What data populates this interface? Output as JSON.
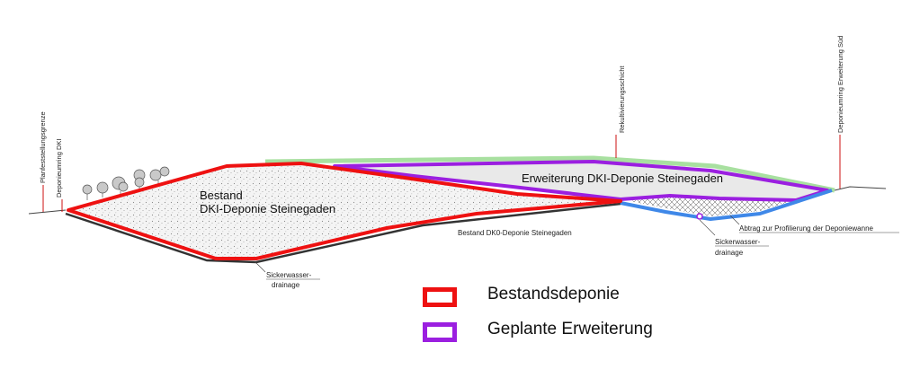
{
  "labels": {
    "planfeststellungsgrenze": "Planfeststellungsgrenze",
    "deponieumring_dki": "Deponieumring DKI",
    "rekultivierungsschicht": "Rekultivierungsschicht",
    "deponieumring_sued": "Deponieumring Erweiterung Süd",
    "bestand_line1": "Bestand",
    "bestand_line2": "DKI-Deponie Steinegaden",
    "erweiterung": "Erweiterung DKI-Deponie Steinegaden",
    "bestand_dk0": "Bestand DK0-Deponie Steinegaden",
    "abtrag": "Abtrag zur Profilierung der Deponiewanne",
    "sickerwasser_left_1": "Sickerwasser-",
    "sickerwasser_left_2": "drainage",
    "sickerwasser_right_1": "Sickerwasser-",
    "sickerwasser_right_2": "drainage"
  },
  "legend": [
    {
      "label": "Bestandsdeponie",
      "color": "#ee1111"
    },
    {
      "label": "Geplante Erweiterung",
      "color": "#9b1fe0"
    }
  ],
  "colors": {
    "bestand": "#ee1111",
    "erweiterung": "#9b1fe0",
    "rekultivierung": "#a8e0a0",
    "basis": "#3f88e8",
    "boden": "#444444"
  }
}
